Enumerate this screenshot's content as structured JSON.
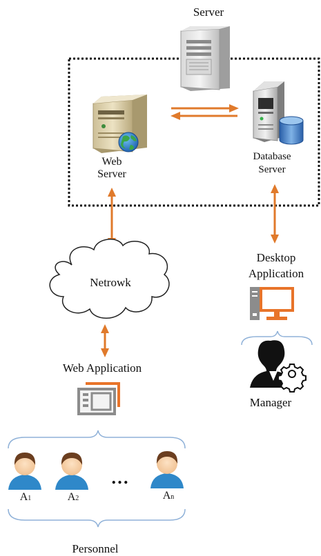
{
  "title": "Server",
  "nodes": {
    "web_server": [
      "Web",
      "Server"
    ],
    "database_server": [
      "Database",
      "Server"
    ],
    "network": "Netrowk",
    "desktop_application": [
      "Desktop",
      "Application"
    ],
    "manager": "Manager",
    "web_application": "Web Application",
    "personnel": "Personnel"
  },
  "users": [
    {
      "letter": "A",
      "sub": "1"
    },
    {
      "letter": "A",
      "sub": "2"
    },
    {
      "letter": "A",
      "sub": "n"
    }
  ],
  "ellipsis": "…",
  "colors": {
    "arrow": "#e07a2b",
    "brace": "#8fb1d8",
    "icon_orange": "#e8742a",
    "icon_gray": "#8c8c8c",
    "user_shirt": "#2f88c9",
    "user_hair": "#6b3e1f",
    "user_skin": "#f6cfa4"
  },
  "icons": [
    "server-icon",
    "web-server-icon",
    "globe-icon",
    "database-server-icon",
    "database-icon",
    "cloud-icon",
    "desktop-icon",
    "manager-icon",
    "gear-icon",
    "web-application-icon",
    "user-icon"
  ]
}
